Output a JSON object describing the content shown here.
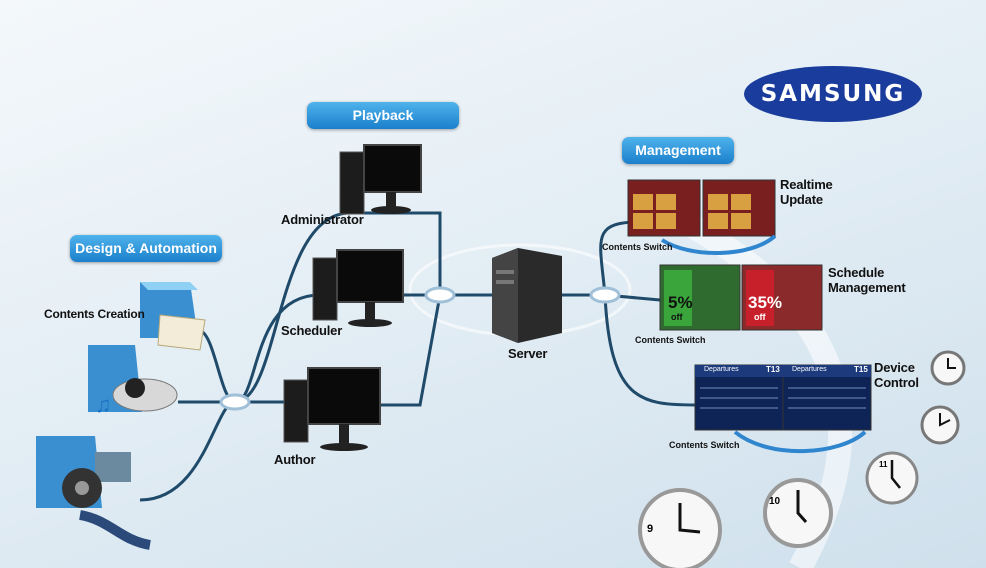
{
  "brand": {
    "logo_text": "SAMSUNG"
  },
  "sections": {
    "design": "Design & Automation",
    "playback": "Playback",
    "management": "Management"
  },
  "nodes": {
    "contents_creation": "Contents Creation",
    "administrator": "Administrator",
    "scheduler": "Scheduler",
    "author": "Author",
    "server": "Server",
    "realtime": [
      "Realtime",
      "Update"
    ],
    "schedule": [
      "Schedule",
      "Management"
    ],
    "device": [
      "Device",
      "Control"
    ]
  },
  "contents_switch": "Contents Switch",
  "screens": {
    "sale_left": "5%",
    "sale_right": "35%",
    "off": "off",
    "departures": "Departures",
    "gate_left": "T13",
    "gate_right": "T15"
  },
  "clocks": [
    "9",
    "10",
    "11"
  ],
  "colors": {
    "accent": "#1b7fcc",
    "brand": "#1a3c9c",
    "line": "#1f4a6a"
  }
}
